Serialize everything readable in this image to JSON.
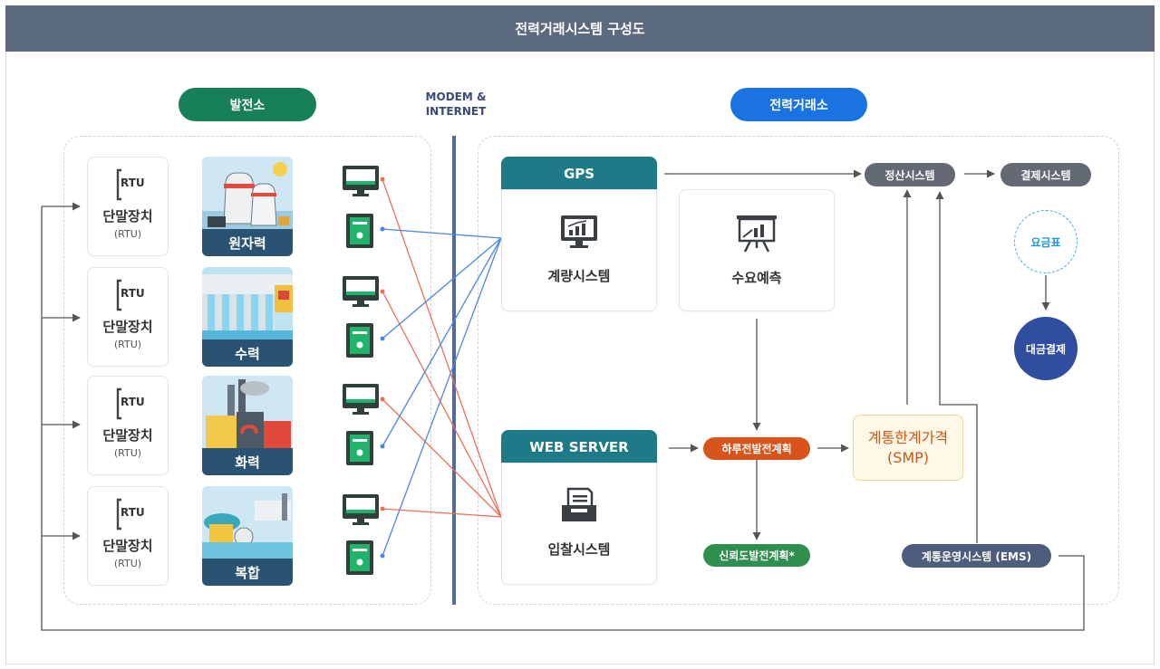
{
  "title": "전력거래시스템 구성도",
  "sections": {
    "plant_side": "발전소",
    "network": [
      "MODEM &",
      "INTERNET"
    ],
    "exchange_side": "전력거래소"
  },
  "rtu_cards": [
    {
      "icon_text": "RTU",
      "name": "단말장치",
      "sub": "(RTU)"
    },
    {
      "icon_text": "RTU",
      "name": "단말장치",
      "sub": "(RTU)"
    },
    {
      "icon_text": "RTU",
      "name": "단말장치",
      "sub": "(RTU)"
    },
    {
      "icon_text": "RTU",
      "name": "단말장치",
      "sub": "(RTU)"
    }
  ],
  "plants": [
    {
      "label": "원자력",
      "icon": "nuclear-plant-illustration"
    },
    {
      "label": "수력",
      "icon": "hydro-dam-illustration"
    },
    {
      "label": "화력",
      "icon": "thermal-plant-illustration"
    },
    {
      "label": "복합",
      "icon": "combined-cycle-plant-illustration"
    }
  ],
  "devices": [
    {
      "monitor": "monitor-icon",
      "tower": "pc-tower-icon"
    },
    {
      "monitor": "monitor-icon",
      "tower": "pc-tower-icon"
    },
    {
      "monitor": "monitor-icon",
      "tower": "pc-tower-icon"
    },
    {
      "monitor": "monitor-icon",
      "tower": "pc-tower-icon"
    }
  ],
  "gps": {
    "head": "GPS",
    "label": "계량시스템",
    "icon": "metering-monitor-icon"
  },
  "demand": {
    "label": "수요예측",
    "icon": "presentation-board-icon"
  },
  "web": {
    "head": "WEB SERVER",
    "label": "입찰시스템",
    "icon": "document-tray-icon"
  },
  "settlement": "정산시스템",
  "payment_system": "결제시스템",
  "tariff": "요금표",
  "billing": "대금결제",
  "day_ahead": "하루전발전계획",
  "reliability": "신뢰도발전계획*",
  "smp": [
    "계통한계가격",
    "(SMP)"
  ],
  "ems": "계통운영시스템 (EMS)",
  "colors": {
    "title_bar": "#5c6a80",
    "plant_pill": "#178058",
    "exchange_pill": "#1a73e0",
    "teal": "#1e7a87",
    "gray_pill": "#646a73",
    "orange": "#d9541c",
    "green": "#2f8f4e",
    "navy": "#2f4ea0",
    "ems": "#4e5d7e",
    "red_line": "#ef6e55",
    "blue_line": "#4d87e0"
  }
}
